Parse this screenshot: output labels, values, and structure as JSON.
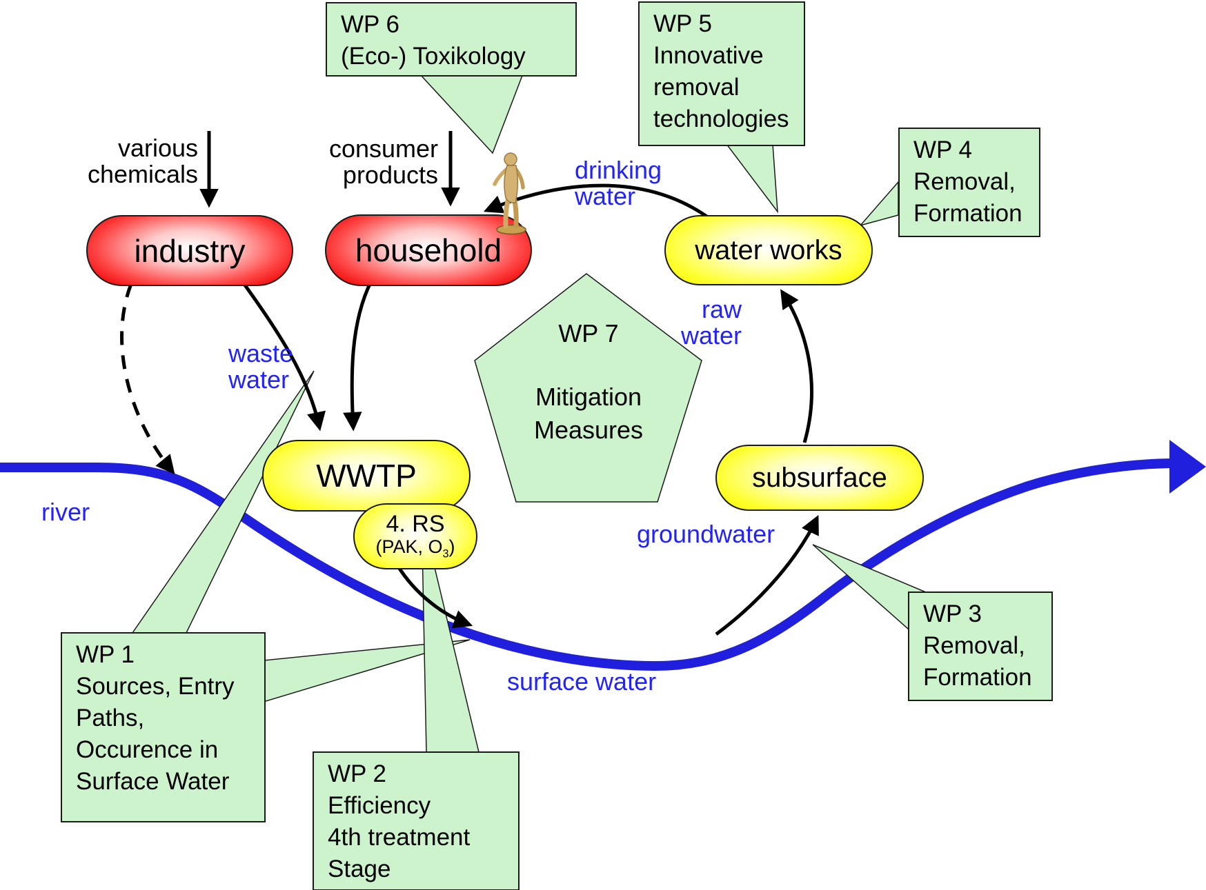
{
  "colors": {
    "box_green": "#cdf3cd",
    "river_blue": "#1f1fdd",
    "label_blue": "#2222ff",
    "oval_yellow": "#ffff00",
    "oval_red": "#ef0000"
  },
  "nodes": {
    "industry": "industry",
    "household": "household",
    "water_works": "water works",
    "wwtp": "WWTP",
    "fourth_rs": {
      "line1": "4. RS",
      "line2_pre": "(PAK, O",
      "line2_sub": "3",
      "line2_post": ")"
    },
    "subsurface": "subsurface"
  },
  "wp_boxes": {
    "wp6": [
      "WP 6",
      "(Eco-) Toxikology"
    ],
    "wp5": [
      "WP 5",
      "Innovative",
      "removal",
      "technologies"
    ],
    "wp4": [
      "WP 4",
      "Removal,",
      "Formation"
    ],
    "wp3": [
      "WP 3",
      "Removal,",
      "Formation"
    ],
    "wp1": [
      "WP 1",
      "Sources, Entry",
      "Paths,",
      "Occurence in",
      "Surface Water"
    ],
    "wp2": [
      "WP 2",
      "Efficiency",
      "4th treatment",
      "Stage"
    ]
  },
  "pentagon": {
    "title": "WP 7",
    "line1": "Mitigation",
    "line2": "Measures"
  },
  "flow_labels": {
    "various_chemicals": {
      "line1": "various",
      "line2": "chemicals"
    },
    "consumer_products": {
      "line1": "consumer",
      "line2": "products"
    },
    "drinking_water": {
      "line1": "drinking",
      "line2": "water"
    },
    "waste_water": {
      "line1": "waste",
      "line2": "water"
    },
    "raw_water": {
      "line1": "raw",
      "line2": "water"
    },
    "river": "river",
    "groundwater": "groundwater",
    "surface_water": "surface water"
  },
  "icons": {
    "statue": "human-statue-icon"
  }
}
